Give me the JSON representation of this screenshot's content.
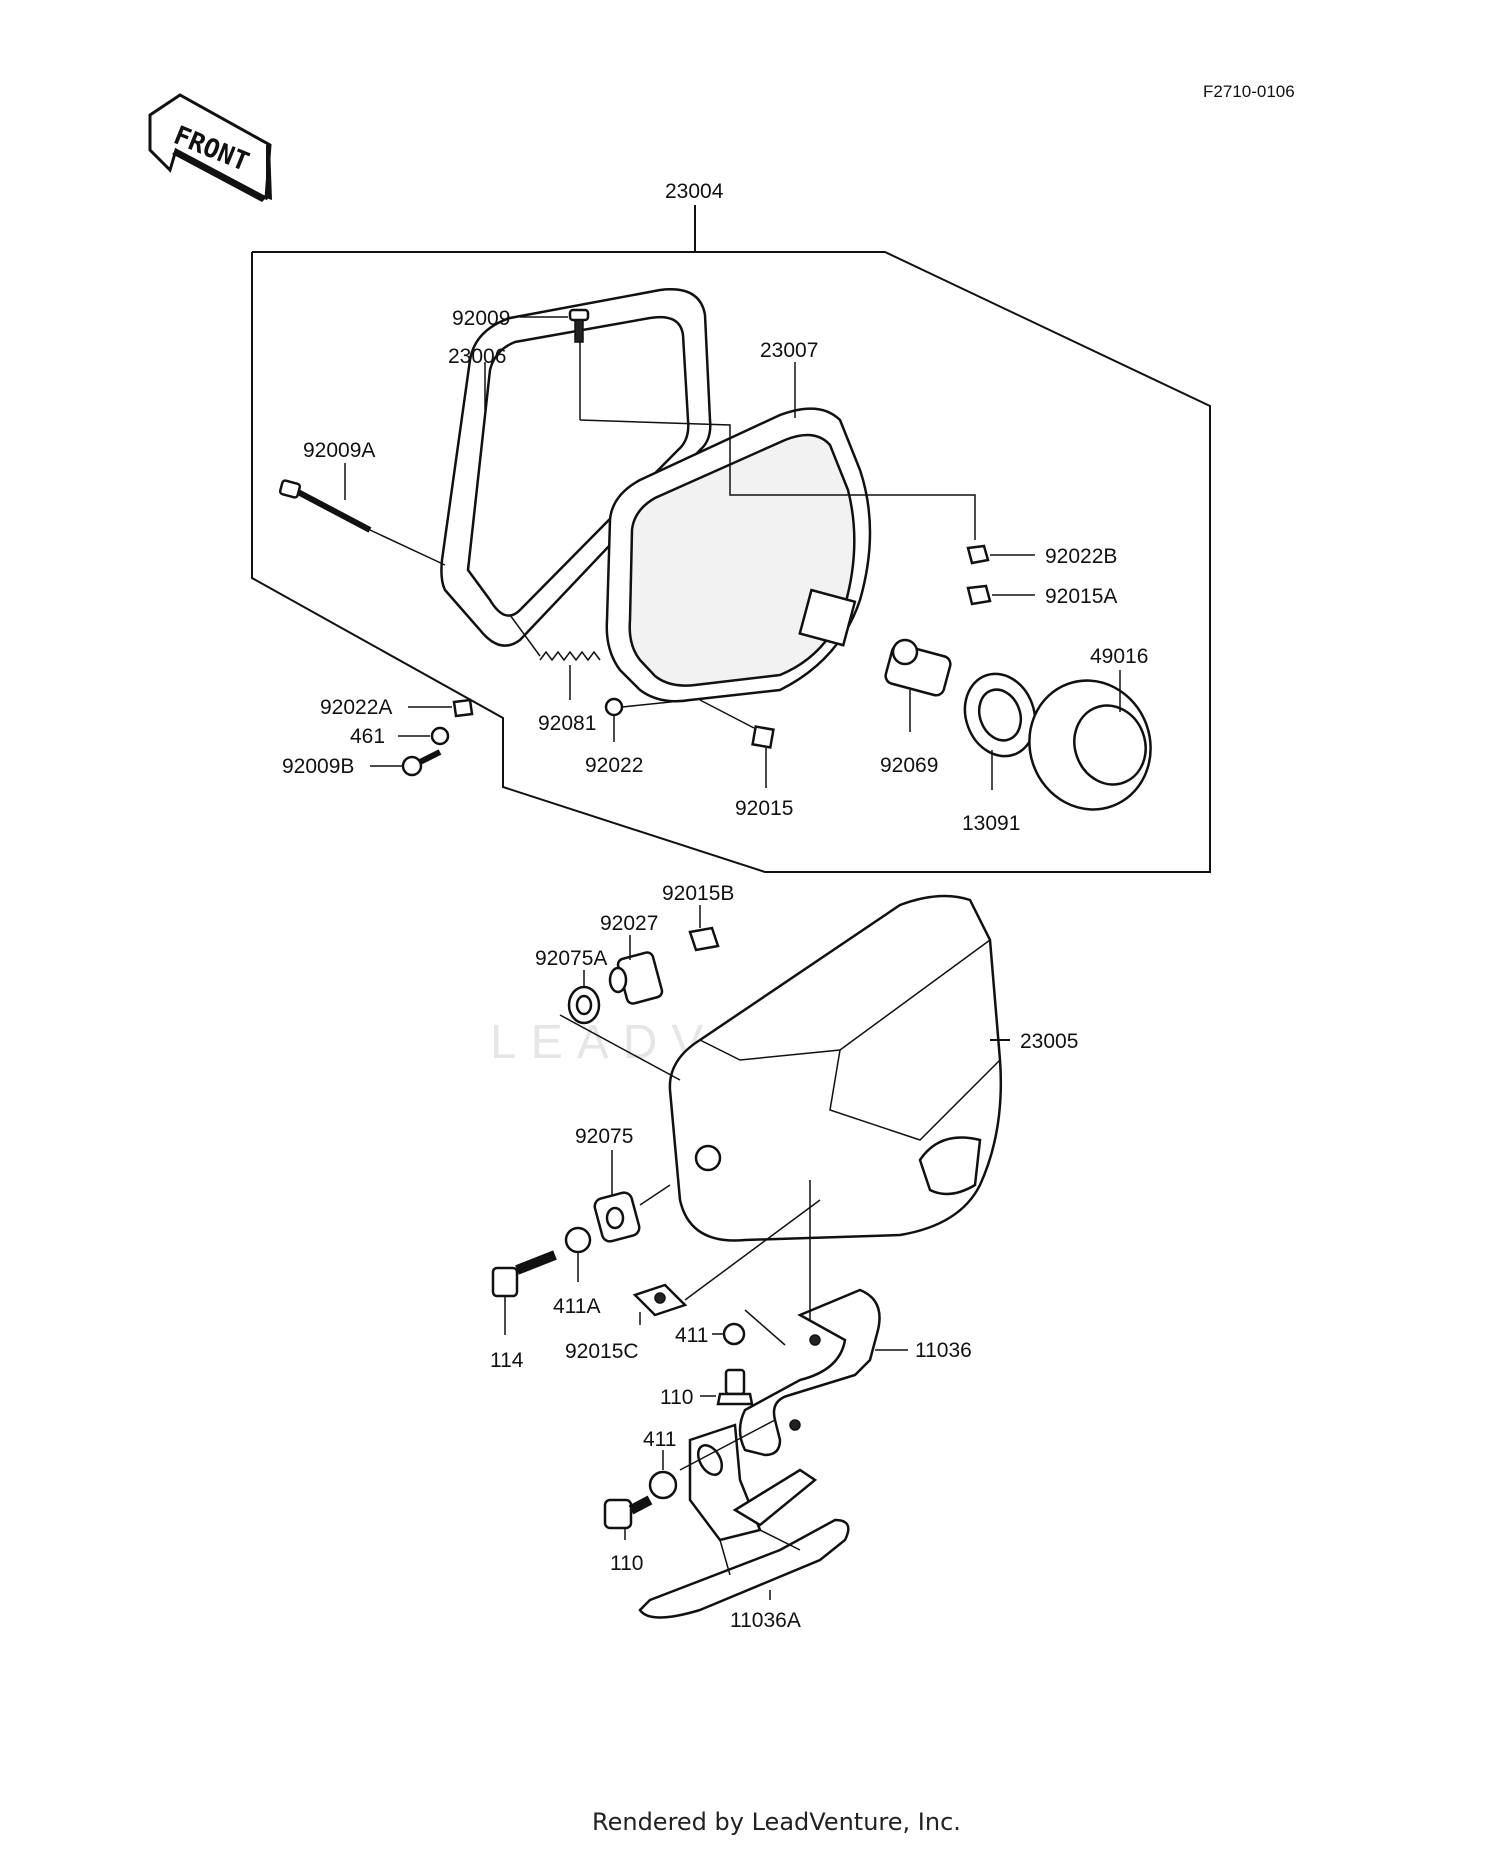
{
  "diagram_code": "F2710-0106",
  "front_label": "FRONT",
  "watermark": "LEADVENTURE",
  "footer": "Rendered by LeadVenture, Inc.",
  "parts": {
    "p23004": "23004",
    "p92009": "92009",
    "p23006": "23006",
    "p23007": "23007",
    "p92009A": "92009A",
    "p92022B": "92022B",
    "p92015A": "92015A",
    "p49016": "49016",
    "p92022A": "92022A",
    "p461": "461",
    "p92009B": "92009B",
    "p92081": "92081",
    "p92022": "92022",
    "p92015": "92015",
    "p92069": "92069",
    "p13091": "13091",
    "p92015B": "92015B",
    "p92027": "92027",
    "p92075A": "92075A",
    "p23005": "23005",
    "p92075": "92075",
    "p114": "114",
    "p411A": "411A",
    "p92015C": "92015C",
    "p411_1": "411",
    "p11036": "11036",
    "p110_1": "110",
    "p411_2": "411",
    "p110_2": "110",
    "p11036A": "11036A"
  }
}
